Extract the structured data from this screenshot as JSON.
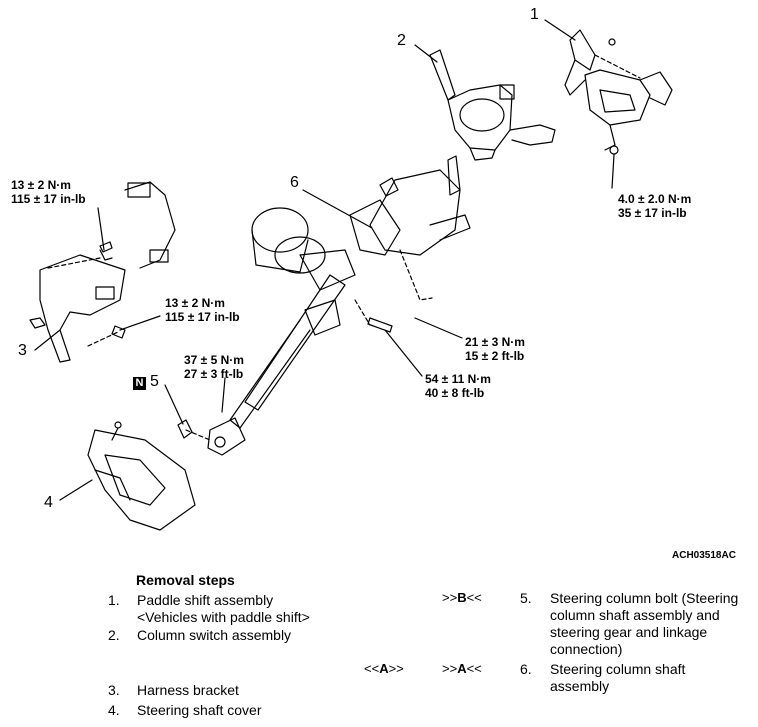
{
  "callouts": {
    "c1": "1",
    "c2": "2",
    "c3": "3",
    "c4": "4",
    "c5": "5",
    "c6": "6"
  },
  "torques": {
    "t1": [
      "13 ± 2 N·m",
      "115 ± 17 in-lb"
    ],
    "t2": [
      "13 ± 2 N·m",
      "115 ± 17 in-lb"
    ],
    "t3": [
      "4.0 ± 2.0 N·m",
      "35 ± 17 in-lb"
    ],
    "t4": [
      "37 ± 5 N·m",
      "27 ± 3 ft-lb"
    ],
    "t5": [
      "21 ± 3 N·m",
      "15 ± 2 ft-lb"
    ],
    "t6": [
      "54 ± 11 N·m",
      "40 ± 8 ft-lb"
    ]
  },
  "n_badge": "N",
  "figure_code": "ACH03518AC",
  "removal": {
    "title": "Removal steps",
    "steps": [
      {
        "num": "1.",
        "lines": [
          "Paddle shift assembly",
          "<Vehicles with paddle shift>"
        ]
      },
      {
        "num": "2.",
        "lines": [
          "Column switch assembly"
        ]
      },
      {
        "num": "3.",
        "lines": [
          "Harness bracket"
        ]
      },
      {
        "num": "4.",
        "lines": [
          "Steering shaft cover"
        ]
      },
      {
        "num": "5.",
        "ref": "B",
        "lines": [
          "Steering column bolt (Steering",
          "column shaft assembly and",
          "steering gear and linkage",
          "connection)"
        ]
      },
      {
        "num": "6.",
        "ref_a": "A",
        "ref_b": "A",
        "lines": [
          "Steering column shaft",
          "assembly"
        ]
      }
    ]
  }
}
